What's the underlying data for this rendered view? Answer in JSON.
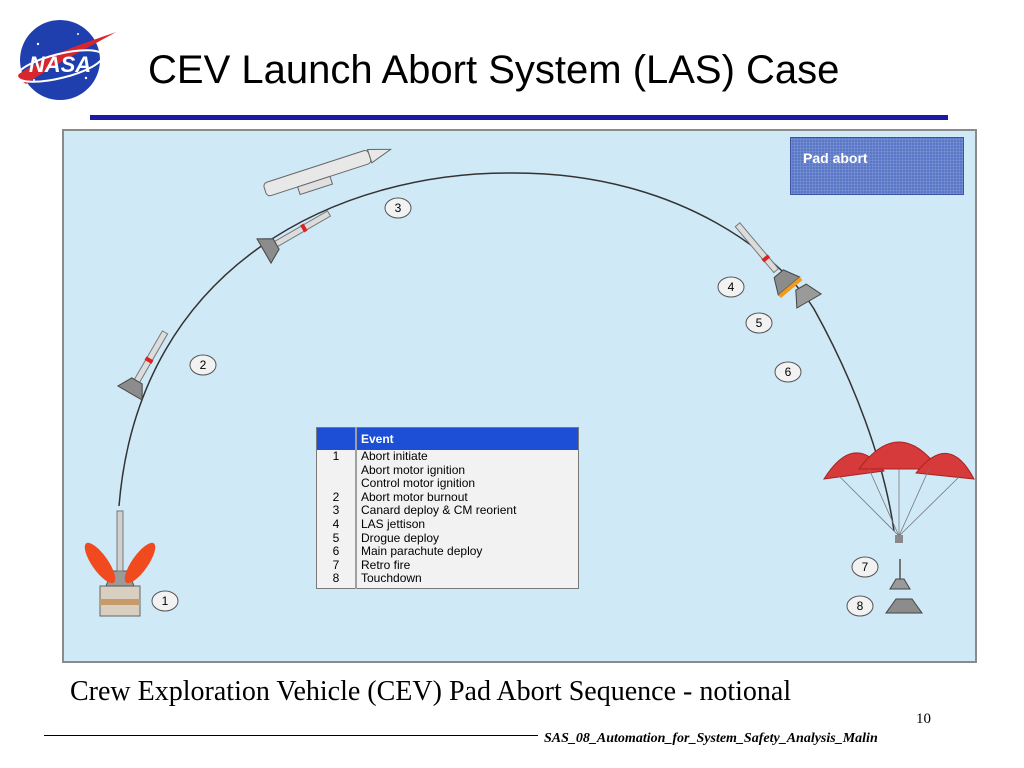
{
  "slide": {
    "title": "CEV Launch Abort System (LAS) Case",
    "logo_text": "NASA",
    "caption": "Crew Exploration Vehicle (CEV) Pad Abort Sequence  - notional",
    "page_number": "10",
    "footer": "SAS_08_Automation_for_System_Safety_Analysis_Malin"
  },
  "diagram": {
    "mode_label": "Pad abort",
    "step_markers": [
      "1",
      "2",
      "3",
      "4",
      "5",
      "6",
      "7",
      "8"
    ],
    "table": {
      "header": "Event",
      "rows": [
        {
          "num": "1",
          "event": "Abort initiate"
        },
        {
          "num": "",
          "event": "Abort motor ignition"
        },
        {
          "num": "",
          "event": "Control motor ignition"
        },
        {
          "num": "2",
          "event": "Abort motor burnout"
        },
        {
          "num": "3",
          "event": "Canard deploy & CM reorient"
        },
        {
          "num": "4",
          "event": "LAS jettison"
        },
        {
          "num": "5",
          "event": "Drogue deploy"
        },
        {
          "num": "6",
          "event": "Main parachute deploy"
        },
        {
          "num": "7",
          "event": "Retro fire"
        },
        {
          "num": "8",
          "event": "Touchdown"
        }
      ]
    }
  },
  "colors": {
    "title_rule": "#1a1aa8",
    "panel_bg": "#cfe9f7",
    "mode_box": "#5b78c8",
    "table_header": "#1d4fd6",
    "parachute_red": "#d63a3a"
  }
}
